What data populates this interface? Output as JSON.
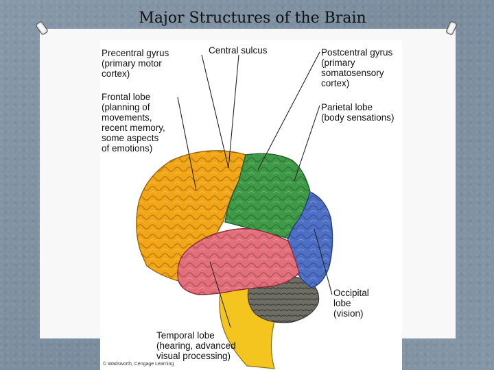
{
  "slide": {
    "title": "Major Structures of the Brain"
  },
  "labels": {
    "precentral_gyrus": "Precentral gyrus\n(primary motor\ncortex)",
    "central_sulcus": "Central sulcus",
    "postcentral_gyrus": "Postcentral gyrus\n(primary\nsomatosensory\ncortex)",
    "frontal_lobe": "Frontal lobe\n(planning of\nmovements,\nrecent memory,\nsome aspects\nof emotions)",
    "parietal_lobe": "Parietal lobe\n(body sensations)",
    "occipital_lobe": "Occipital\nlobe\n(vision)",
    "temporal_lobe": "Temporal lobe\n(hearing, advanced\nvisual processing)"
  },
  "credit": "© Wadsworth, Cengage Learning",
  "colors": {
    "frontal": "#f2a516",
    "parietal": "#3f9a48",
    "occipital": "#4d6fc6",
    "temporal": "#e36f7a",
    "cerebellum": "#6e6e66",
    "brainstem": "#f5c51f",
    "background": "#7f92a2"
  },
  "icons": {
    "pin": "pushpin-icon"
  }
}
